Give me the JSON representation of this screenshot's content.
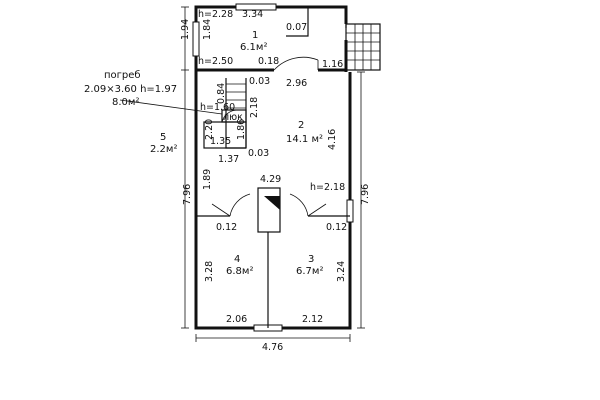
{
  "dims": {
    "d_2_28": "h=2.28",
    "d_3_34": "3.34",
    "d_0_07": "0.07",
    "d_1_94": "1.94",
    "d_1_84": "1.84",
    "d_h2_50": "h=2.50",
    "d_0_18": "0.18",
    "d_1_16": "1.16",
    "d_0_03a": "0.03",
    "d_2_96": "2.96",
    "d_0_84": "0.84",
    "d_2_18": "2.18",
    "d_h1_60": "h=1.60",
    "d_2_20": "2.20",
    "d_1_35": "1.35",
    "d_1_37": "1.37",
    "d_0_03b": "0.03",
    "d_4_16": "4.16",
    "d_1_89": "1.89",
    "d_4_29": "4.29",
    "d_h2_18": "h=2.18",
    "d_7_96_left": "7.96",
    "d_7_96_right": "7.96",
    "d_0_12_left": "0.12",
    "d_0_12_right": "0.12",
    "d_3_28": "3.28",
    "d_3_24": "3.24",
    "d_2_06": "2.06",
    "d_2_12": "2.12",
    "d_4_76": "4.76",
    "d_1_86": "1.86"
  },
  "cellar": {
    "title": "погреб",
    "size": "2.09×3.60 h=1.97",
    "area": "8.0м²"
  },
  "hatch": "люк",
  "rooms": [
    {
      "num": "1",
      "area": "6.1м²"
    },
    {
      "num": "2",
      "area": "14.1 м²"
    },
    {
      "num": "3",
      "area": "6.7м²"
    },
    {
      "num": "4",
      "area": "6.8м²"
    },
    {
      "num": "5",
      "area": "2.2м²"
    }
  ]
}
